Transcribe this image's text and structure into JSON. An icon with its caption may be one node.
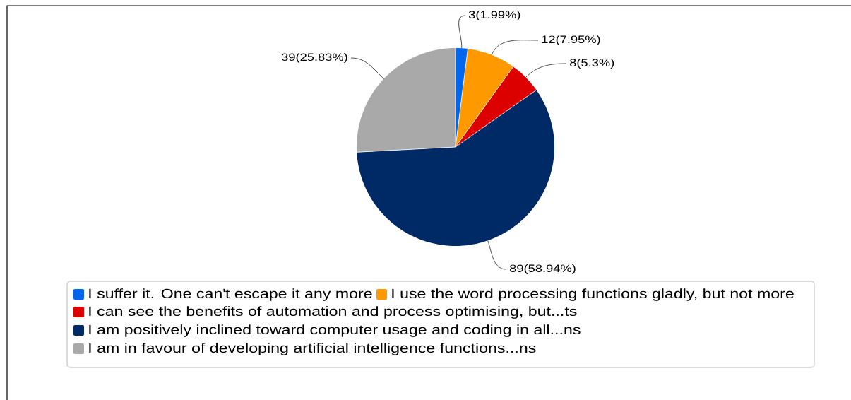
{
  "diagram": {
    "legend": [
      {
        "text": "I suffer it. One can't escape it any more",
        "color": "#0066ee"
      },
      {
        "text": "I use the word processing functions gladly, but not more",
        "color": "#ff9900"
      },
      {
        "text": "I can see the benefits of automation and process optimising, but...ts",
        "color": "#dc0000"
      },
      {
        "text": "I am positively inclined toward computer usage and coding in all...ns",
        "color": "#002a66"
      },
      {
        "text": "I am in favour of developing artificial intelligence functions...ns",
        "color": "#a9a9a9"
      }
    ],
    "chart_data": {
      "type": "pie",
      "values": [
        3,
        12,
        8,
        89,
        39
      ],
      "value_labels": [
        "3(1.99%)",
        "12(7.95%)",
        "8(5.3%)",
        "89(58.94%)",
        "39(25.83%)"
      ]
    }
  }
}
